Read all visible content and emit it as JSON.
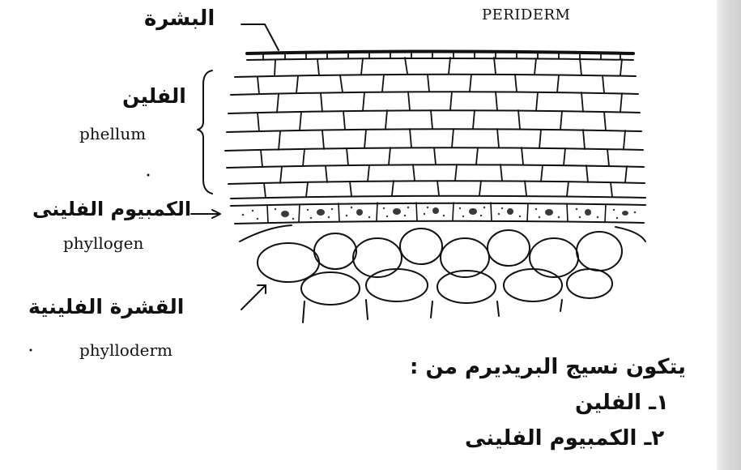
{
  "title": "PERIDERM",
  "labels": {
    "epidermis_ar": "البشرة",
    "phellum_ar": "الفلين",
    "phellum_en": "phellum",
    "phellogen_ar": "الكمبيوم الفلينى",
    "phellogen_en": "phyllogen",
    "phelloderm_ar": "القشرة الفلينية",
    "phelloderm_en": "phylloderm"
  },
  "composition": {
    "heading": "يتكون نسيج البريديرم من :",
    "items": [
      "١ـ الفلين",
      "٢ـ الكمبيوم الفلينى"
    ]
  },
  "colors": {
    "ink": "#111111",
    "paper": "#ffffff",
    "stipple": "#3a3a3a"
  }
}
